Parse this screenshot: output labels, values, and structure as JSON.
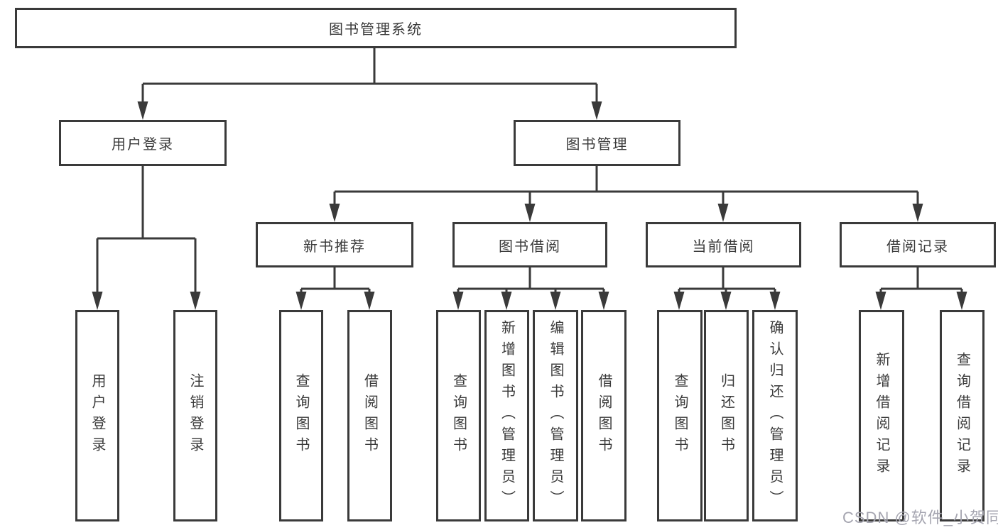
{
  "diagram": {
    "root": {
      "label": "图书管理系统"
    },
    "branches": [
      {
        "label": "用户登录",
        "children": [
          {
            "label": "用户登录"
          },
          {
            "label": "注销登录"
          }
        ]
      },
      {
        "label": "图书管理",
        "children": [
          {
            "label": "新书推荐",
            "children": [
              {
                "label": "查询图书"
              },
              {
                "label": "借阅图书"
              }
            ]
          },
          {
            "label": "图书借阅",
            "children": [
              {
                "label": "查询图书"
              },
              {
                "label": "新增图书（管理员）"
              },
              {
                "label": "编辑图书（管理员）"
              },
              {
                "label": "借阅图书"
              }
            ]
          },
          {
            "label": "当前借阅",
            "children": [
              {
                "label": "查询图书"
              },
              {
                "label": "归还图书"
              },
              {
                "label": "确认归还（管理员）"
              }
            ]
          },
          {
            "label": "借阅记录",
            "children": [
              {
                "label": "新增借阅记录"
              },
              {
                "label": "查询借阅记录"
              }
            ]
          }
        ]
      }
    ]
  },
  "watermark": {
    "text": "CSDN @软件_小贺同学",
    "color": "#a5a5b0"
  },
  "colors": {
    "line": "#3a3a3a",
    "text": "#3a3a3a",
    "background": "#ffffff"
  }
}
